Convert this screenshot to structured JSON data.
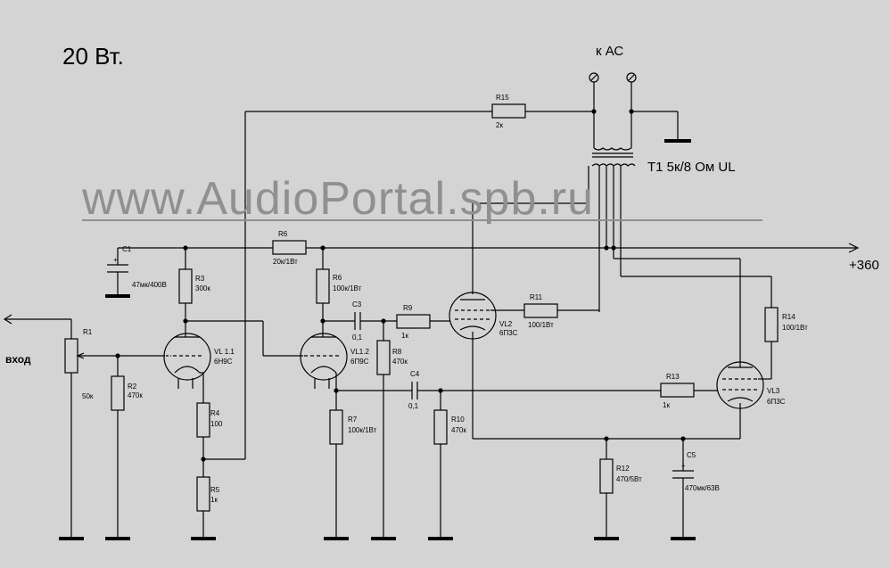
{
  "title": "20 Вт.",
  "watermark": "www.AudioPortal.spb.ru",
  "labels": {
    "speaker": "к АС",
    "transformer": "T1 5к/8 Ом UL",
    "supply": "+360",
    "input": "вход"
  },
  "components": {
    "R1": {
      "ref": "R1",
      "value": "50к"
    },
    "R2": {
      "ref": "R2",
      "value": "470к"
    },
    "R3": {
      "ref": "R3",
      "value": "300к"
    },
    "R4": {
      "ref": "R4",
      "value": "100"
    },
    "R5": {
      "ref": "R5",
      "value": "1к"
    },
    "R6a": {
      "ref": "R6",
      "value": "20к/1Вт"
    },
    "R6b": {
      "ref": "R6",
      "value": "100к/1Вт"
    },
    "R7": {
      "ref": "R7",
      "value": "100к/1Вт"
    },
    "R8": {
      "ref": "R8",
      "value": "470к"
    },
    "R9": {
      "ref": "R9",
      "value": "1к"
    },
    "R10": {
      "ref": "R10",
      "value": "470к"
    },
    "R11": {
      "ref": "R11",
      "value": "100/1Вт"
    },
    "R12": {
      "ref": "R12",
      "value": "470/5Вт"
    },
    "R13": {
      "ref": "R13",
      "value": "1к"
    },
    "R14": {
      "ref": "R14",
      "value": "100/1Вт"
    },
    "R15": {
      "ref": "R15",
      "value": "2к"
    },
    "C1": {
      "ref": "C1",
      "value": "47мк/400В"
    },
    "C3": {
      "ref": "C3",
      "value": "0,1"
    },
    "C4": {
      "ref": "C4",
      "value": "0,1"
    },
    "C5": {
      "ref": "C5",
      "value": "470мк/63В"
    },
    "VL11": {
      "ref": "VL 1.1",
      "type": "6Н9С"
    },
    "VL12": {
      "ref": "VL1.2",
      "type": "6П9С"
    },
    "VL2": {
      "ref": "VL2",
      "type": "6П3С"
    },
    "VL3": {
      "ref": "VL3",
      "type": "6П3С"
    }
  }
}
